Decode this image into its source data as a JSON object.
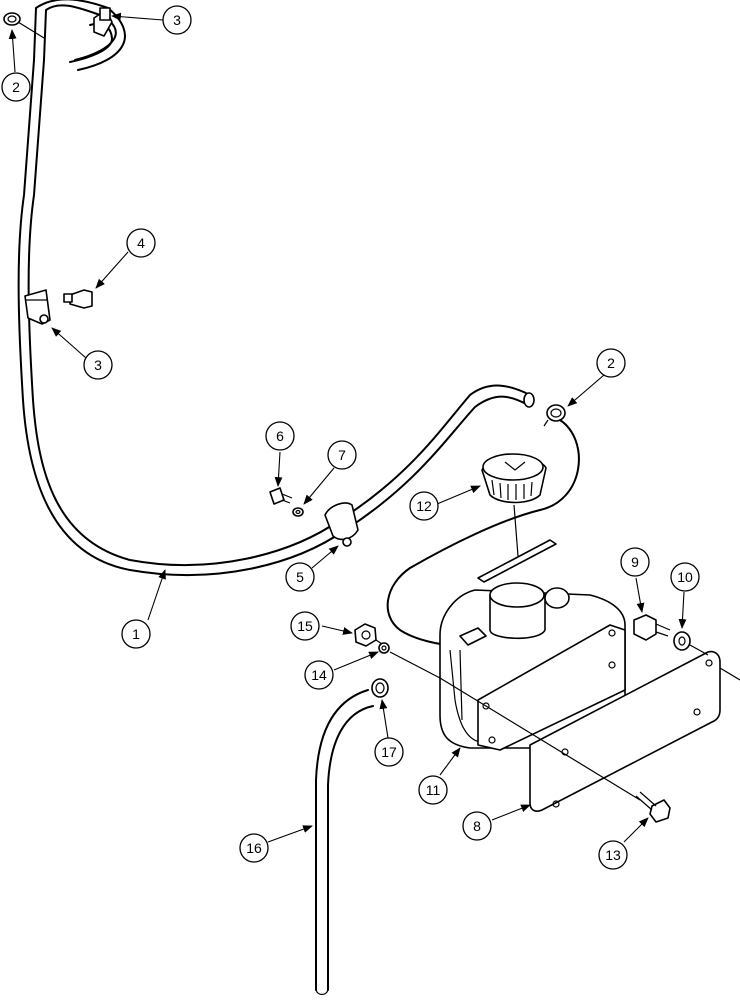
{
  "callouts": [
    {
      "id": "callout-1",
      "label": "1"
    },
    {
      "id": "callout-2a",
      "label": "2"
    },
    {
      "id": "callout-2b",
      "label": "2"
    },
    {
      "id": "callout-3a",
      "label": "3"
    },
    {
      "id": "callout-3b",
      "label": "3"
    },
    {
      "id": "callout-4",
      "label": "4"
    },
    {
      "id": "callout-5",
      "label": "5"
    },
    {
      "id": "callout-6",
      "label": "6"
    },
    {
      "id": "callout-7",
      "label": "7"
    },
    {
      "id": "callout-8",
      "label": "8"
    },
    {
      "id": "callout-9",
      "label": "9"
    },
    {
      "id": "callout-10",
      "label": "10"
    },
    {
      "id": "callout-11",
      "label": "11"
    },
    {
      "id": "callout-12",
      "label": "12"
    },
    {
      "id": "callout-13",
      "label": "13"
    },
    {
      "id": "callout-14",
      "label": "14"
    },
    {
      "id": "callout-15",
      "label": "15"
    },
    {
      "id": "callout-16",
      "label": "16"
    },
    {
      "id": "callout-17",
      "label": "17"
    }
  ]
}
